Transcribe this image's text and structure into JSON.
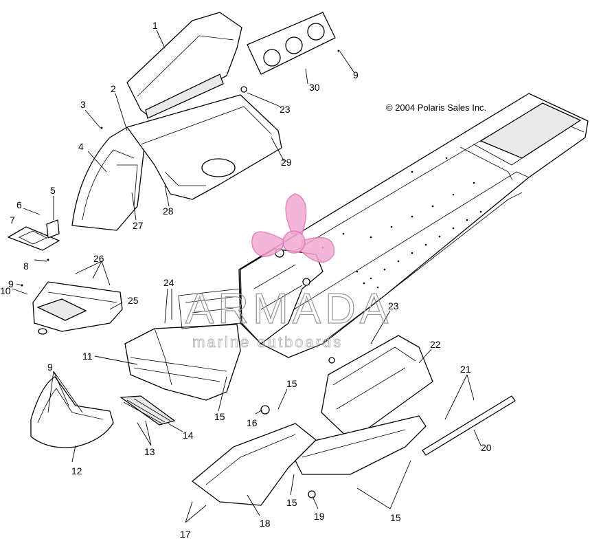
{
  "copyright": "© 2004 Polaris Sales Inc.",
  "watermark": {
    "main": "ARMADA",
    "sub": "marine outboards",
    "color": "#e072b4"
  },
  "callouts": [
    {
      "id": "1",
      "label": "1"
    },
    {
      "id": "2",
      "label": "2"
    },
    {
      "id": "3",
      "label": "3"
    },
    {
      "id": "4",
      "label": "4"
    },
    {
      "id": "5",
      "label": "5"
    },
    {
      "id": "6",
      "label": "6"
    },
    {
      "id": "7",
      "label": "7"
    },
    {
      "id": "8",
      "label": "8"
    },
    {
      "id": "9a",
      "label": "9"
    },
    {
      "id": "9b",
      "label": "9"
    },
    {
      "id": "9c",
      "label": "9"
    },
    {
      "id": "10",
      "label": "10"
    },
    {
      "id": "11",
      "label": "11"
    },
    {
      "id": "12",
      "label": "12"
    },
    {
      "id": "13",
      "label": "13"
    },
    {
      "id": "14",
      "label": "14"
    },
    {
      "id": "15a",
      "label": "15"
    },
    {
      "id": "15b",
      "label": "15"
    },
    {
      "id": "15c",
      "label": "15"
    },
    {
      "id": "15d",
      "label": "15"
    },
    {
      "id": "16",
      "label": "16"
    },
    {
      "id": "17",
      "label": "17"
    },
    {
      "id": "18",
      "label": "18"
    },
    {
      "id": "19",
      "label": "19"
    },
    {
      "id": "20",
      "label": "20"
    },
    {
      "id": "21",
      "label": "21"
    },
    {
      "id": "22",
      "label": "22"
    },
    {
      "id": "23a",
      "label": "23"
    },
    {
      "id": "23b",
      "label": "23"
    },
    {
      "id": "24",
      "label": "24"
    },
    {
      "id": "25",
      "label": "25"
    },
    {
      "id": "26",
      "label": "26"
    },
    {
      "id": "27",
      "label": "27"
    },
    {
      "id": "28",
      "label": "28"
    },
    {
      "id": "29",
      "label": "29"
    },
    {
      "id": "30",
      "label": "30"
    }
  ]
}
